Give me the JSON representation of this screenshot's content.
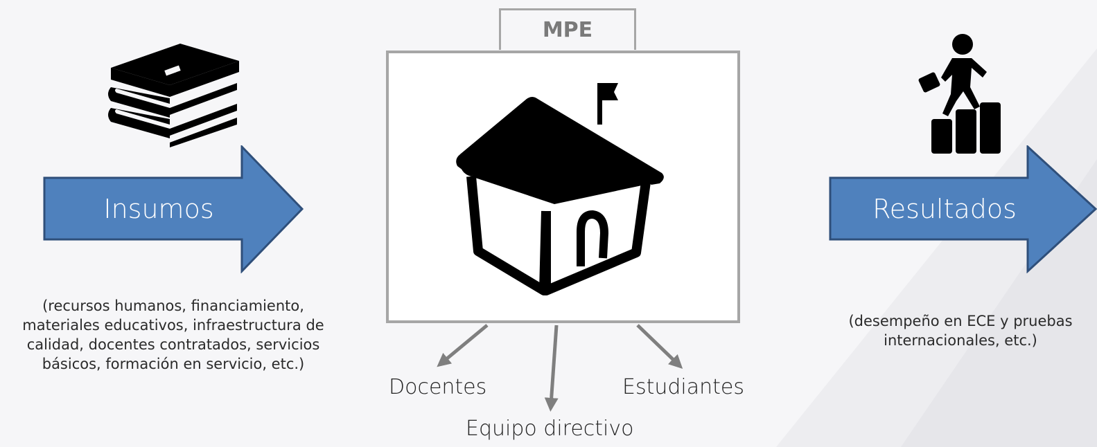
{
  "left": {
    "arrow_label": "Insumos",
    "description": "(recursos humanos, financiamiento, materiales educativos, infraestructura de calidad, docentes contratados, servicios básicos, formación en servicio, etc.)",
    "icon": "books-icon"
  },
  "center": {
    "tab_label": "MPE",
    "icon": "school-house-icon",
    "actors": [
      "Docentes",
      "Equipo directivo",
      "Estudiantes"
    ]
  },
  "right": {
    "arrow_label": "Resultados",
    "description": "(desempeño en ECE y pruebas internacionales, etc.)",
    "icon": "climbing-person-icon"
  },
  "colors": {
    "arrow_fill": "#4f81bd",
    "arrow_stroke": "#2f4f7a",
    "box_border": "#a6a6a6",
    "connector": "#7f7f7f"
  }
}
